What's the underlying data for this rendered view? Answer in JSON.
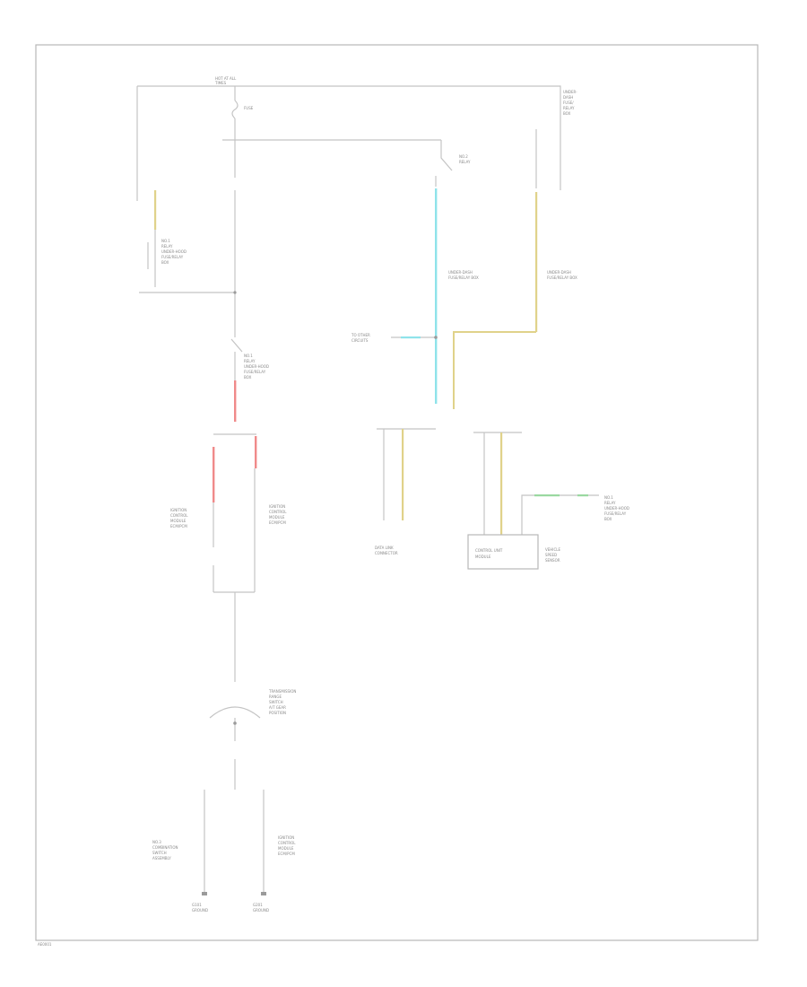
{
  "colors": {
    "wire": "#c4c4c4",
    "red": "#f08a8a",
    "yellow": "#e0d28a",
    "cyan": "#8fe3ea",
    "green": "#9ad8a0",
    "frame": "#b8b8b8",
    "text": "#8a8a8a"
  },
  "labels": {
    "top_fuse": [
      "HOT AT ALL",
      "TIMES"
    ],
    "fuse": "FUSE",
    "left_relay": [
      "NO.1",
      "RELAY",
      "UNDER-HOOD",
      "FUSE/RELAY",
      "BOX"
    ],
    "top_right": [
      "UNDER-",
      "DASH",
      "FUSE/",
      "RELAY",
      "BOX"
    ],
    "mid_relay": [
      "NO.1",
      "RELAY",
      "UNDER-HOOD",
      "FUSE/RELAY",
      "BOX"
    ],
    "relay_mid": [
      "NO.2",
      "RELAY"
    ],
    "cyan_pos": [
      "UNDER-DASH",
      "FUSE/RELAY BOX"
    ],
    "yellow_pos": [
      "UNDER-DASH",
      "FUSE/RELAY BOX"
    ],
    "cyan_tap": [
      "TO OTHER",
      "CIRCUITS"
    ],
    "left_ecm": [
      "IGNITION",
      "CONTROL",
      "MODULE",
      "ECM/PCM"
    ],
    "mid_ecm": [
      "IGNITION",
      "CONTROL",
      "MODULE",
      "ECM/PCM"
    ],
    "lower_conn": [
      "DATA LINK",
      "CONNECTOR"
    ],
    "left_box": [
      "NO.3",
      "COMBINATION",
      "SWITCH",
      "ASSEMBLY"
    ],
    "box_text": [
      "CONTROL UNIT",
      "MODULE"
    ],
    "right_box_lbl": [
      "VEHICLE",
      "SPEED",
      "SENSOR"
    ],
    "far_right": [
      "NO.1",
      "RELAY",
      "UNDER-HOOD",
      "FUSE/RELAY",
      "BOX"
    ],
    "selector": [
      "TRANSMISSION",
      "RANGE",
      "SWITCH",
      "A/T GEAR",
      "POSITION"
    ],
    "lower_ecm": [
      "IGNITION",
      "CONTROL",
      "MODULE",
      "ECM/PCM"
    ],
    "left_ground": [
      "G101",
      "GROUND"
    ],
    "right_ground": [
      "G201",
      "GROUND"
    ],
    "footer": "AE0001"
  }
}
